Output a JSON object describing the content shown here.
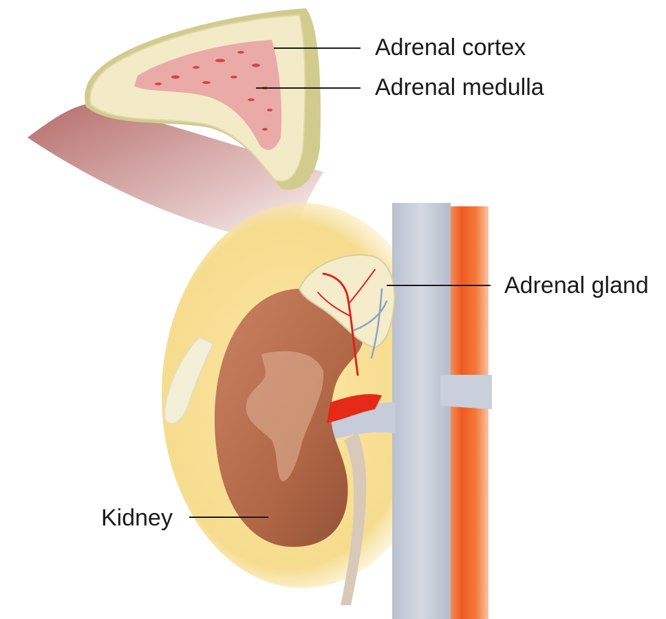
{
  "labels": {
    "adrenal_cortex": "Adrenal cortex",
    "adrenal_medulla": "Adrenal medulla",
    "adrenal_gland": "Adrenal gland",
    "kidney": "Kidney"
  },
  "colors": {
    "cortex_fill": "#f3ebc8",
    "cortex_rim": "#d2cb8e",
    "medulla_fill": "#e7a0a2",
    "medulla_spots": "#d9453f",
    "capsule_fat": "#f6dc8e",
    "fat_glow": "#fcefc4",
    "kidney_fill": "#b56c4c",
    "kidney_pelvis": "#d8a589",
    "vein": "#c6ccd9",
    "artery": "#f06a2a",
    "artery_core": "#e52a17",
    "ureter": "#d8c9b8",
    "label_text": "#1a1a1a"
  }
}
